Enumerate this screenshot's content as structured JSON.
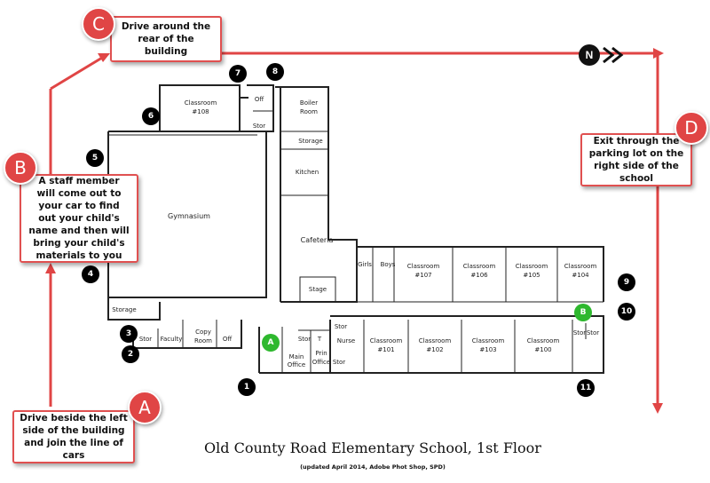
{
  "title": "Old County Road Elementary School, 1st Floor",
  "subtitle": "(updated April 2014, Adobe Phot Shop, SPD)",
  "north_label": "N",
  "colors": {
    "route": "#e04545",
    "entry": "#2eb82e",
    "marker": "#000000"
  },
  "steps": [
    {
      "letter": "A",
      "text": "Drive beside the left side of the building and join the line of cars"
    },
    {
      "letter": "B",
      "text": "A staff member will come out to your car to find out your child's name and then will bring your child's materials to you"
    },
    {
      "letter": "C",
      "text": "Drive around the rear of the building"
    },
    {
      "letter": "D",
      "text": "Exit through the parking lot on the right side of the school"
    }
  ],
  "rooms": {
    "gymnasium": "Gymnasium",
    "classroom108": [
      "Classroom",
      "#108"
    ],
    "off_top": "Off",
    "stor_top": "Stor",
    "boiler": [
      "Boiler",
      "Room"
    ],
    "storage_top": "Storage",
    "kitchen": "Kitchen",
    "cafeteria": "Cafeteria",
    "stage": "Stage",
    "girls": "Girls",
    "boys": "Boys",
    "classroom107": [
      "Classroom",
      "#107"
    ],
    "classroom106": [
      "Classroom",
      "#106"
    ],
    "classroom105": [
      "Classroom",
      "#105"
    ],
    "classroom104": [
      "Classroom",
      "#104"
    ],
    "storage_left": "Storage",
    "stor_left": "Stor",
    "faculty": "Faculty",
    "copy": [
      "Copy",
      "Room"
    ],
    "off_left": "Off",
    "stor_mid": "Stor",
    "t_room": "T",
    "main_office": [
      "Main",
      "Office"
    ],
    "prin_office": [
      "Prin",
      "Office"
    ],
    "stor_nurse": "Stor",
    "nurse": "Nurse",
    "stor_low": "Stor",
    "classroom101": [
      "Classroom",
      "#101"
    ],
    "classroom102": [
      "Classroom",
      "#102"
    ],
    "classroom103": [
      "Classroom",
      "#103"
    ],
    "classroom100": [
      "Classroom",
      "#100"
    ],
    "stor_r1": "Stor",
    "stor_r2": "Stor"
  },
  "door_numbers": [
    "1",
    "2",
    "3",
    "4",
    "5",
    "6",
    "7",
    "8",
    "9",
    "10",
    "11"
  ],
  "entries": [
    "A",
    "B"
  ]
}
